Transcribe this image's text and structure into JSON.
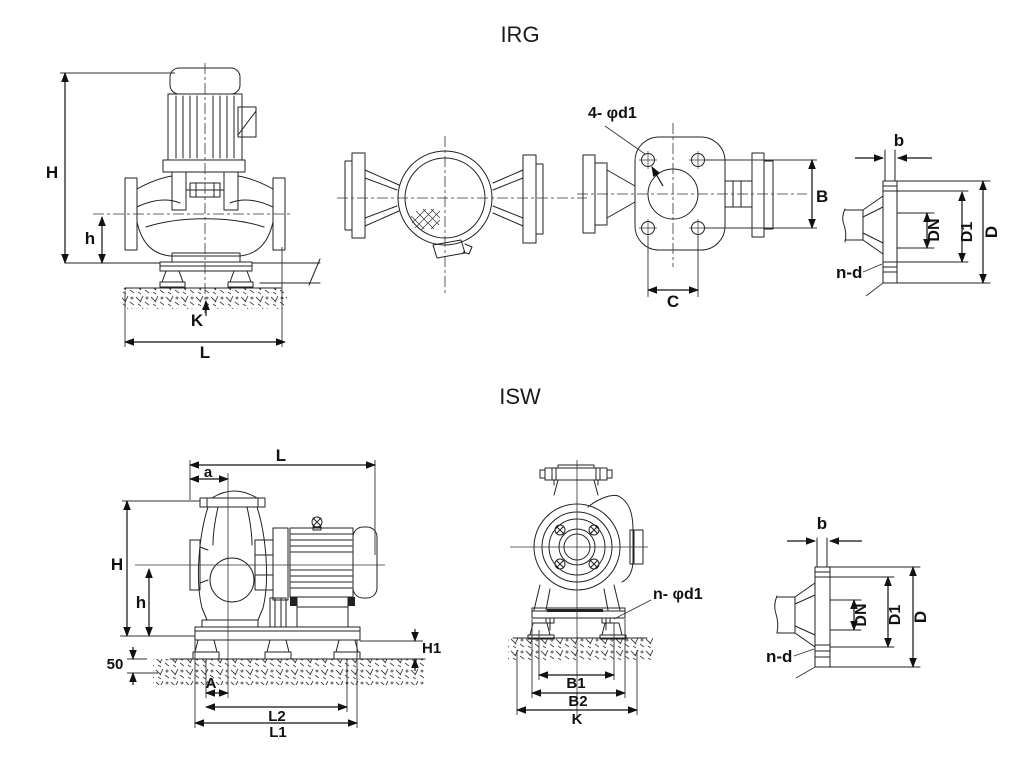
{
  "colors": {
    "background": "#ffffff",
    "line": "#222222",
    "text": "#111111"
  },
  "irg": {
    "title": "IRG",
    "side_view": {
      "H": "H",
      "h": "h",
      "K": "K",
      "L": "L"
    },
    "top_view": {
      "bolt_note": "4- φd1",
      "B": "B",
      "C": "C"
    },
    "flange_view": {
      "b": "b",
      "DN": "DN",
      "D1": "D1",
      "D": "D",
      "n_d": "n-d"
    }
  },
  "isw": {
    "title": "ISW",
    "side_view": {
      "L": "L",
      "a": "a",
      "H": "H",
      "h": "h",
      "depth": "50",
      "H1": "H1",
      "A": "A",
      "L2": "L2",
      "L1": "L1"
    },
    "front_view": {
      "bolt_note": "n- φd1",
      "B1": "B1",
      "B2": "B2",
      "K": "K"
    },
    "flange_view": {
      "b": "b",
      "DN": "DN",
      "D1": "D1",
      "D": "D",
      "n_d": "n-d"
    }
  }
}
